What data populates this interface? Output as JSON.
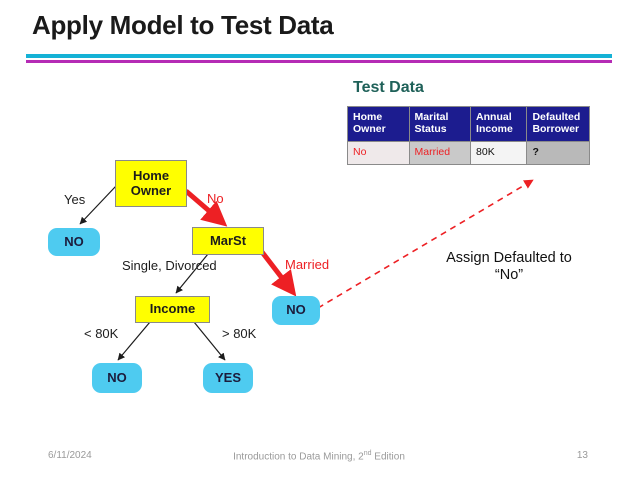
{
  "slide": {
    "title": "Apply Model to Test Data",
    "rule_top_color": "#15b2d6",
    "rule_bottom_color": "#b52bb5"
  },
  "test_data": {
    "heading": "Test Data",
    "heading_color": "#1f6159",
    "header_bg": "#1c1c8f",
    "columns": [
      "Home Owner",
      "Marital Status",
      "Annual Income",
      "Defaulted Borrower"
    ],
    "columns_split": [
      {
        "line1": "Home",
        "line2": "Owner"
      },
      {
        "line1": "Marital",
        "line2": "Status"
      },
      {
        "line1": "Annual",
        "line2": "Income"
      },
      {
        "line1": "Defaulted",
        "line2": "Borrower"
      }
    ],
    "rows": [
      {
        "home_owner": "No",
        "marital_status": "Married",
        "annual_income": "80K",
        "defaulted_borrower": "?"
      }
    ]
  },
  "tree": {
    "nodes": {
      "home_owner": {
        "label": "Home Owner",
        "line1": "Home",
        "line2": "Owner",
        "type": "decision"
      },
      "marst": {
        "label": "MarSt",
        "type": "decision"
      },
      "income": {
        "label": "Income",
        "type": "decision"
      },
      "leaf_yes_branch": {
        "label": "NO",
        "type": "leaf"
      },
      "leaf_married": {
        "label": "NO",
        "type": "leaf"
      },
      "leaf_lt80k": {
        "label": "NO",
        "type": "leaf"
      },
      "leaf_gt80k": {
        "label": "YES",
        "type": "leaf"
      }
    },
    "edge_labels": {
      "yes": "Yes",
      "no": "No",
      "single_divorced": "Single, Divorced",
      "married": "Married",
      "lt_80k": "< 80K",
      "gt_80k": "> 80K"
    },
    "colors": {
      "decision_fill": "#ffff00",
      "leaf_fill": "#4ecbf0",
      "highlight_path": "#ed2024",
      "normal_edge": "#1c1c1c"
    }
  },
  "annotation": {
    "line1": "Assign Defaulted to",
    "line2": "“No”"
  },
  "footer": {
    "date": "6/11/2024",
    "center_text": "Introduction to Data Mining, 2",
    "center_sup": "nd",
    "center_tail": " Edition",
    "page": "13"
  }
}
